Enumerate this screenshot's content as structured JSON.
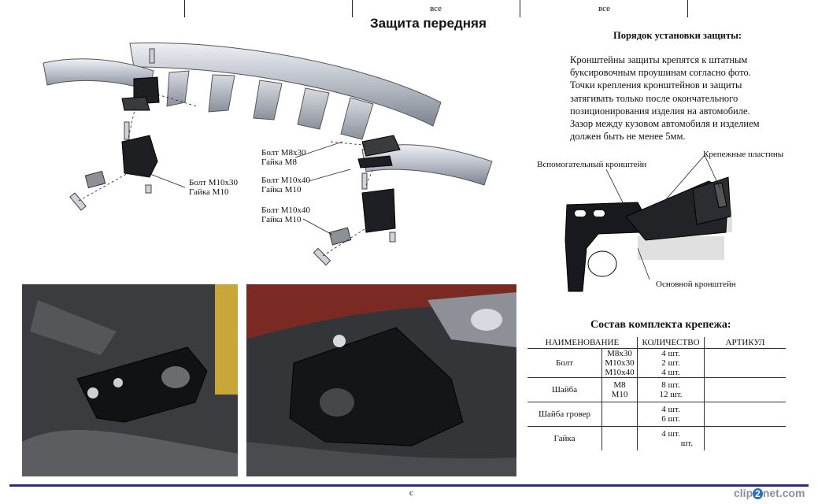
{
  "header": {
    "col1": "все",
    "col2": "все",
    "title": "Защита передняя"
  },
  "instructions": {
    "heading": "Порядок установки защиты:",
    "lines": [
      "Кронштейны защиты крепятся к штатным",
      "буксировочным проушинам согласно фото.",
      "Точки крепления кронштейнов и защиты",
      "затягивать только после окончательного",
      "позиционирования изделия на автомобиле.",
      "Зазор между кузовом автомобиля и изделием",
      "должен быть не менее 5мм."
    ]
  },
  "bracket_labels": {
    "aux": "Вспомогательный кронштейн",
    "plates": "Крепежные пластины",
    "main": "Основной кронштейн"
  },
  "diagram_labels": {
    "left_bolt": "Болт М10х30",
    "left_nut": "Гайка М10",
    "r1_bolt": "Болт М8х30",
    "r1_nut": "Гайка М8",
    "r2_bolt": "Болт М10х40",
    "r2_nut": "Гайка М10",
    "r3_bolt": "Болт М10х40",
    "r3_nut": "Гайка М10"
  },
  "kit": {
    "title": "Состав комплекта крепежа:",
    "headers": [
      "НАИМЕНОВАНИЕ",
      "КОЛИЧЕСТВО",
      "АРТИКУЛ"
    ],
    "rows": [
      {
        "name": "Болт",
        "sizes": [
          "М8х30",
          "М10х30",
          "М10х40"
        ],
        "qty": [
          "4 шт.",
          "2 шт.",
          "4 шт."
        ]
      },
      {
        "name": "Шайба",
        "sizes": [
          "М8",
          "М10"
        ],
        "qty": [
          "8 шт.",
          "12 шт."
        ]
      },
      {
        "name": "Шайба гровер",
        "sizes": [
          ""
        ],
        "qty": [
          "4 шт.",
          "6 шт."
        ]
      },
      {
        "name": "Гайка",
        "sizes": [
          ""
        ],
        "qty": [
          "4 шт.",
          "шт."
        ]
      }
    ]
  },
  "footer": {
    "page": "с",
    "brand_a": "clip",
    "brand_b": "2",
    "brand_c": "net.com"
  }
}
